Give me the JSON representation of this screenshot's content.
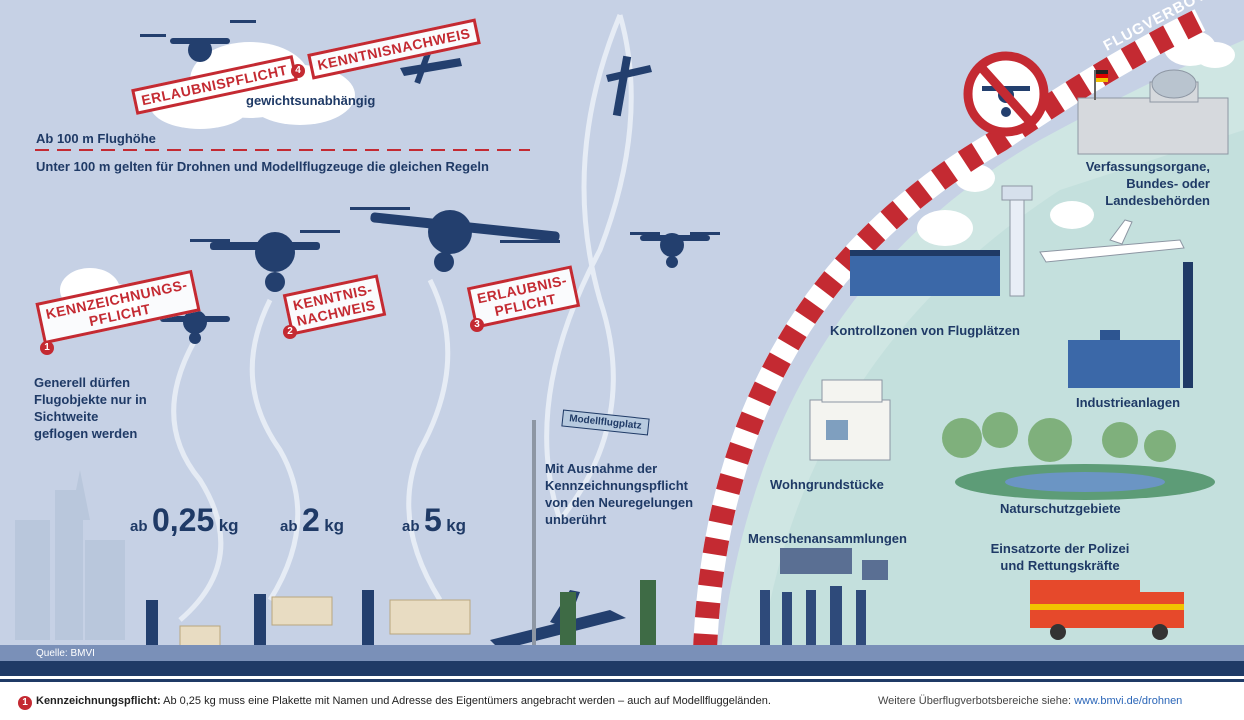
{
  "top": {
    "stamp_left": "ERLAUBNISPFLICHT",
    "stamp_num": "4",
    "stamp_right": "KENNTNISNACHWEIS",
    "weight_note": "gewichtsunabhängig",
    "above_label": "Ab 100 m Flughöhe",
    "below_label": "Unter 100 m gelten für Drohnen und Modellflugzeuge die gleichen Regeln"
  },
  "categories": [
    {
      "stamp": "KENNZEICHNUNGS-\nPFLICHT",
      "num": "1",
      "weight_prefix": "ab",
      "weight_value": "0,25",
      "weight_unit": "kg"
    },
    {
      "stamp": "KENNTNIS-\nNACHWEIS",
      "num": "2",
      "weight_prefix": "ab",
      "weight_value": "2",
      "weight_unit": "kg"
    },
    {
      "stamp": "ERLAUBNIS-\nPFLICHT",
      "num": "3",
      "weight_prefix": "ab",
      "weight_value": "5",
      "weight_unit": "kg"
    }
  ],
  "line_of_sight": "Generell dürfen Flugobjekte nur in Sichtweite geflogen werden",
  "modellflugplatz": {
    "sign": "Modellflugplatz",
    "note": "Mit Ausnahme der Kennzeichnungspflicht von den Neuregelungen unberührt"
  },
  "no_fly": {
    "arc_label": "FLUGVERBOT",
    "zones": [
      "Verfassungsorgane, Bundes- oder Landesbehörden",
      "Kontrollzonen von Flugplätzen",
      "Industrieanlagen",
      "Wohngrundstücke",
      "Naturschutzgebiete",
      "Menschenansammlungen",
      "Einsatzorte der Polizei und Rettungskräfte"
    ]
  },
  "source": "Quelle: BMVI",
  "footer": {
    "note_num": "1",
    "note_term": "Kennzeichnungspflicht:",
    "note_text": "Ab 0,25 kg muss eine Plakette mit Namen und Adresse des Eigentümers angebracht werden – auch auf Modellfluggeländen.",
    "more_label": "Weitere Überflugverbotsbereiche siehe:",
    "more_link": "www.bmvi.de/drohnen"
  },
  "colors": {
    "navy": "#1f3a66",
    "sky": "#c6d1e5",
    "zone_bg": "#cde6e4",
    "red": "#c42a32",
    "ground": "#7a90b8"
  }
}
